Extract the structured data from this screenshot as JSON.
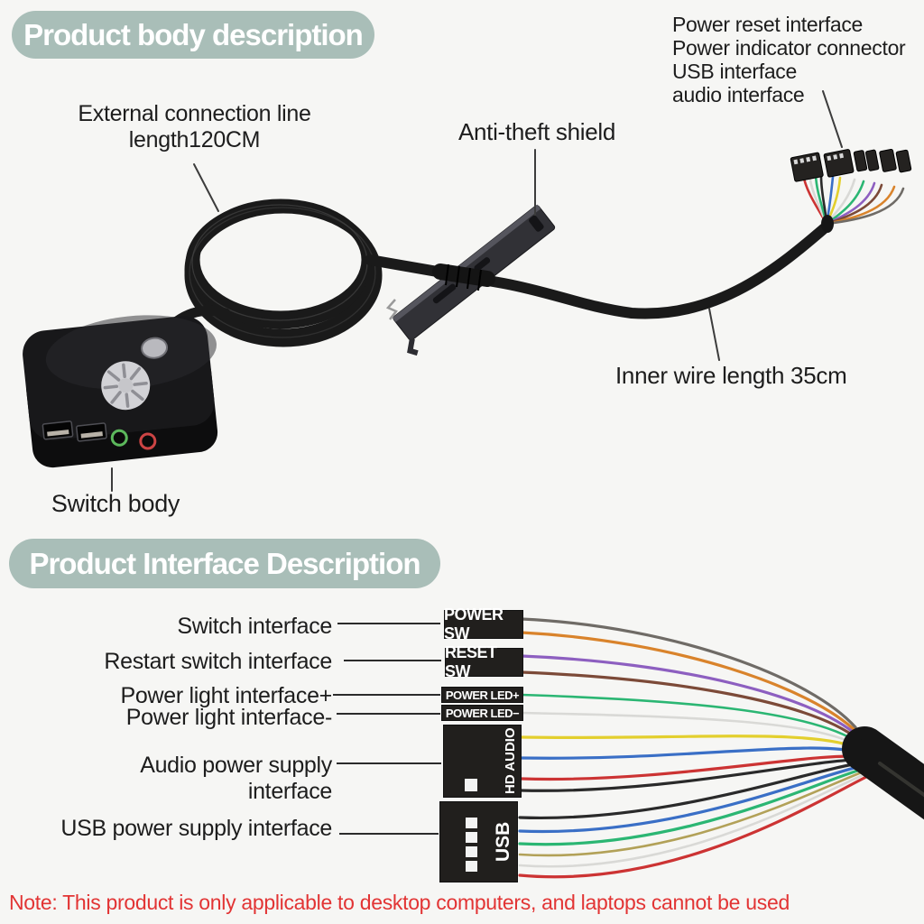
{
  "colors": {
    "background": "#f6f6f4",
    "accent_pill": "#a9beb8",
    "note_red": "#e23434",
    "label_text": "#1d1d1d",
    "connector_bg": "#211f1d",
    "cable_black": "#1a1a1a",
    "bracket_gray": "#313136",
    "wire_gray": "#6f6b66",
    "wire_orange": "#d9832b",
    "wire_purple": "#8d5fc0",
    "wire_brown": "#7c4a38",
    "wire_green": "#2bb673",
    "wire_white": "#d9d9d6",
    "wire_yellow": "#e3cf2d",
    "wire_blue": "#3a6fc6",
    "wire_red": "#cc3333",
    "wire_black": "#2a2a2a",
    "wire_khaki": "#b2a158",
    "button_silver": "#d2d2d6",
    "jack_green": "#5cb85c",
    "jack_red": "#cc4444"
  },
  "body_section": {
    "header": "Product body description",
    "external_line_label": [
      "External connection line",
      "length120CM"
    ],
    "anti_theft_label": "Anti-theft shield",
    "top_right_labels": [
      "Power reset interface",
      "Power indicator connector",
      "USB interface",
      "audio interface"
    ],
    "inner_wire_label": "Inner wire length 35cm",
    "switch_body_label": "Switch body"
  },
  "interface_section": {
    "header": "Product Interface Description",
    "rows": [
      {
        "label": "Switch interface",
        "connector": "POWER SW"
      },
      {
        "label": "Restart switch interface",
        "connector": "RESET SW"
      },
      {
        "label": "Power light interface+",
        "connector": "POWER LED+"
      },
      {
        "label": "Power light interface-",
        "connector": "POWER LED−"
      },
      {
        "label": "Audio power supply interface",
        "connector": "HD AUDIO"
      },
      {
        "label": "USB power supply interface",
        "connector": "USB"
      }
    ]
  },
  "note": "Note: This product is only applicable to desktop computers, and laptops cannot be used"
}
